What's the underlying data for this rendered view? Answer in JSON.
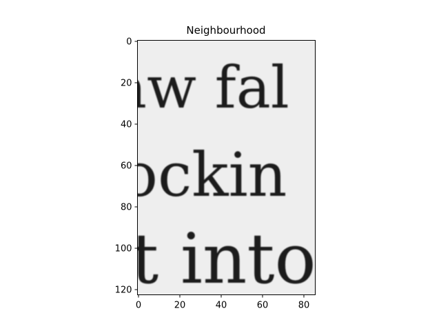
{
  "chart_data": {
    "type": "heatmap",
    "title": "Neighbourhood",
    "xlabel": "",
    "ylabel": "",
    "xlim": [
      -0.5,
      85.5
    ],
    "ylim": [
      122.5,
      -0.5
    ],
    "x_ticks": [
      0,
      20,
      40,
      60,
      80
    ],
    "y_ticks": [
      0,
      20,
      40,
      60,
      80,
      100,
      120
    ],
    "colormap": "gray",
    "background_color": "#eeeeee",
    "ink_color": "#1c1c1c",
    "grid": false,
    "legend": "none",
    "image_text_lines": [
      "aw fal",
      "ockin",
      "t into"
    ]
  }
}
